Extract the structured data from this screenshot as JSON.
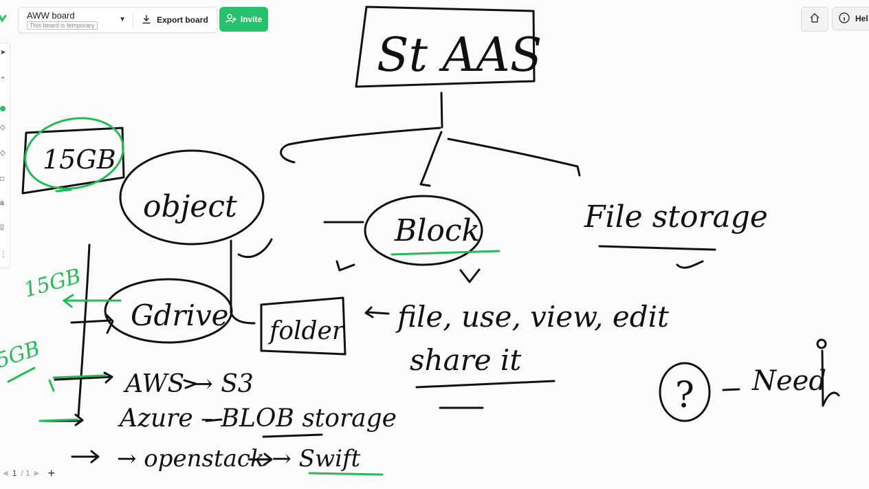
{
  "header": {
    "board_title": "AWW board",
    "board_subtitle": "This board is temporary",
    "export_label": "Export board",
    "invite_label": "Invite",
    "help_label": "Hel"
  },
  "pager": {
    "current": "1",
    "total": "/ 1"
  },
  "colors": {
    "accent": "#27c16d",
    "ink": "#111111",
    "highlight": "#22bb55"
  },
  "icons": {
    "logo": "aww-logo-icon",
    "export": "download-icon",
    "invite": "add-user-icon",
    "home": "home-icon",
    "help": "info-icon"
  },
  "drawing": {
    "title": "St AAS",
    "branch_object": "object",
    "branch_block": "Block",
    "branch_file": "File storage",
    "size_badge": "15GB",
    "gdrive": "Gdrive",
    "folder": "folder",
    "block_note": "file, use, view, edit",
    "block_note2": "share it",
    "aws": "AWS → S3",
    "azure": "Azure – BLOB storage",
    "openstack": "→ openstack → Swift",
    "need": "Need",
    "question": "?",
    "side1": "15GB",
    "side2": "5GB"
  }
}
